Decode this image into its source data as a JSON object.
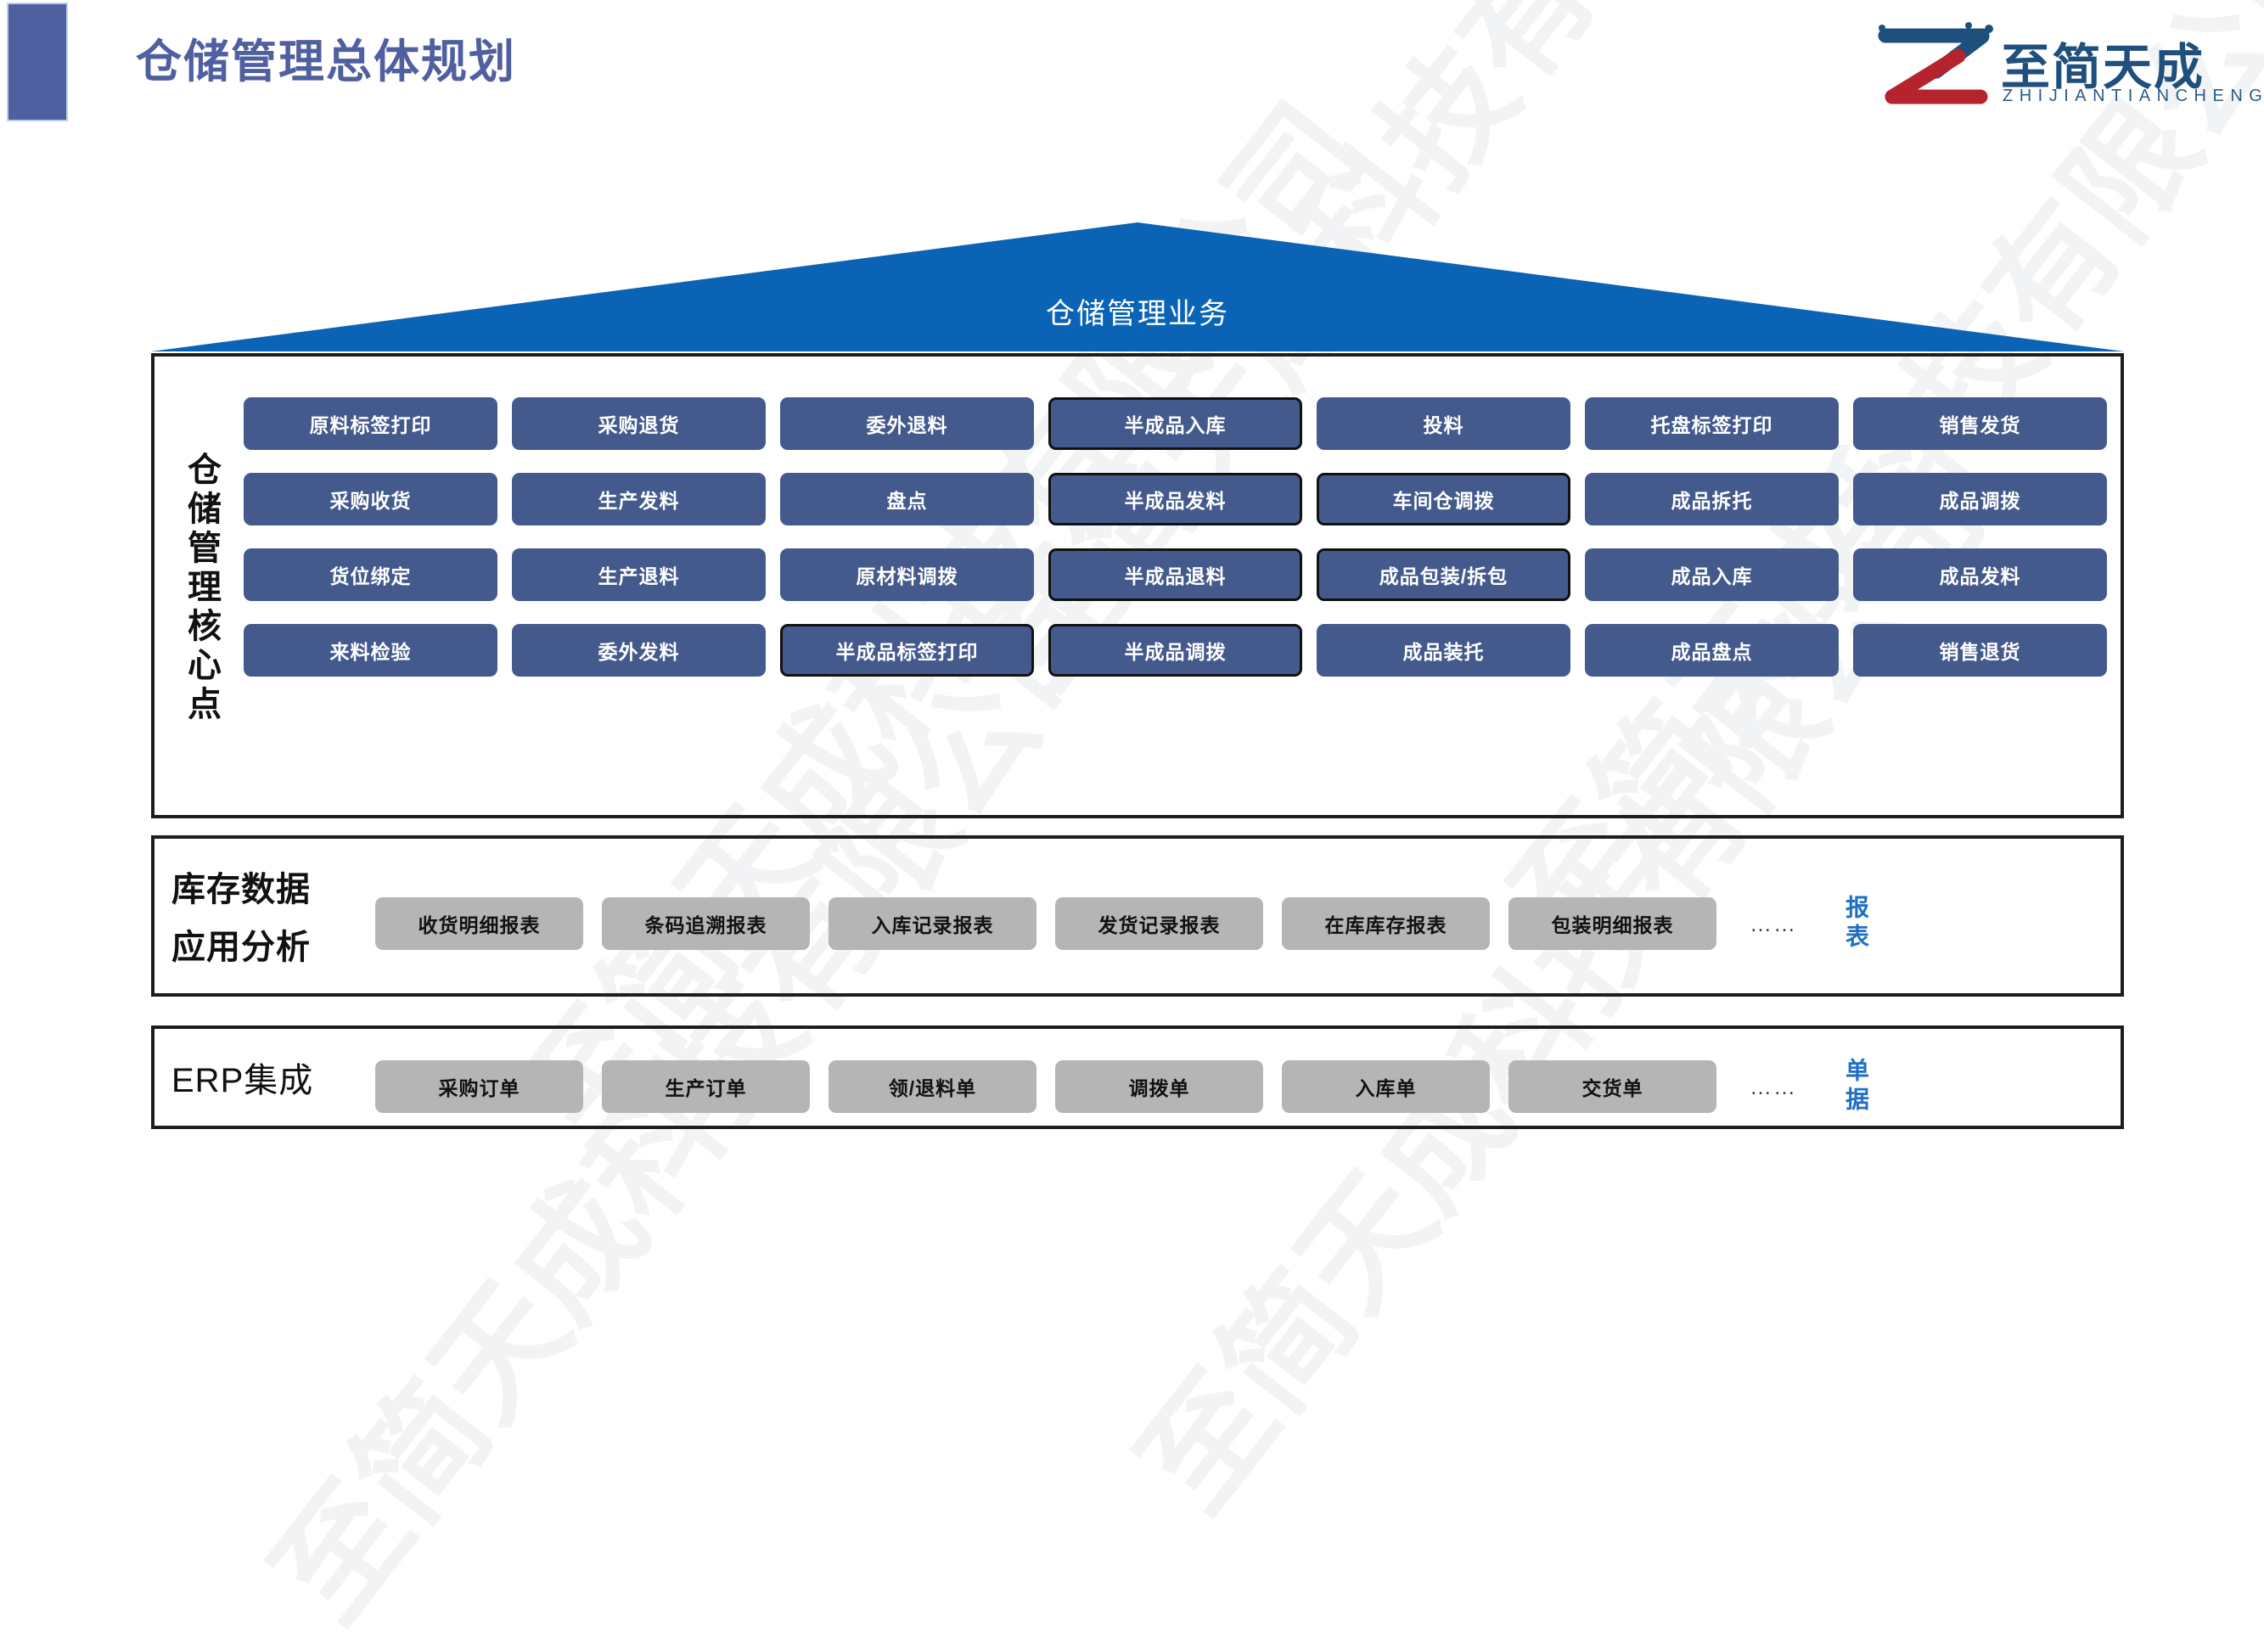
{
  "header": {
    "title": "仓储管理总体规划",
    "accent_color": "#4f5fa0"
  },
  "logo": {
    "name_cn": "至简天成",
    "name_en": "ZHIJIANTIANCHENG",
    "mark_color_top": "#1e4f7d",
    "mark_color_bottom": "#b5232c"
  },
  "watermark": {
    "text": "至简天成科技有限公司"
  },
  "roof": {
    "label": "仓储管理业务",
    "color": "#0a63b5"
  },
  "core": {
    "side_label": "仓储管理核心点",
    "box_color": "#455a8c",
    "outline_color": "#111111",
    "rows": [
      [
        {
          "label": "原料标签打印",
          "outlined": false
        },
        {
          "label": "采购退货",
          "outlined": false
        },
        {
          "label": "委外退料",
          "outlined": false
        },
        {
          "label": "半成品入库",
          "outlined": true
        },
        {
          "label": "投料",
          "outlined": false
        },
        {
          "label": "托盘标签打印",
          "outlined": false
        },
        {
          "label": "销售发货",
          "outlined": false
        }
      ],
      [
        {
          "label": "采购收货",
          "outlined": false
        },
        {
          "label": "生产发料",
          "outlined": false
        },
        {
          "label": "盘点",
          "outlined": false
        },
        {
          "label": "半成品发料",
          "outlined": true
        },
        {
          "label": "车间仓调拨",
          "outlined": true
        },
        {
          "label": "成品拆托",
          "outlined": false
        },
        {
          "label": "成品调拨",
          "outlined": false
        }
      ],
      [
        {
          "label": "货位绑定",
          "outlined": false
        },
        {
          "label": "生产退料",
          "outlined": false
        },
        {
          "label": "原材料调拨",
          "outlined": false
        },
        {
          "label": "半成品退料",
          "outlined": true
        },
        {
          "label": "成品包装/拆包",
          "outlined": true
        },
        {
          "label": "成品入库",
          "outlined": false
        },
        {
          "label": "成品发料",
          "outlined": false
        }
      ],
      [
        {
          "label": "来料检验",
          "outlined": false
        },
        {
          "label": "委外发料",
          "outlined": false
        },
        {
          "label": "半成品标签打印",
          "outlined": true
        },
        {
          "label": "半成品调拨",
          "outlined": true
        },
        {
          "label": "成品装托",
          "outlined": false
        },
        {
          "label": "成品盘点",
          "outlined": false
        },
        {
          "label": "销售退货",
          "outlined": false
        }
      ]
    ]
  },
  "reports": {
    "side_label_line1": "库存数据",
    "side_label_line2": "应用分析",
    "box_color": "#b5b5b5",
    "items": [
      "收货明细报表",
      "条码追溯报表",
      "入库记录报表",
      "发货记录报表",
      "在库库存报表",
      "包装明细报表"
    ],
    "ellipsis": "……",
    "tail_label": "报表",
    "tail_color": "#1f6fc4"
  },
  "erp": {
    "side_label": "ERP集成",
    "box_color": "#b5b5b5",
    "items": [
      "采购订单",
      "生产订单",
      "领/退料单",
      "调拨单",
      "入库单",
      "交货单"
    ],
    "ellipsis": "……",
    "tail_label": "单据",
    "tail_color": "#1f6fc4"
  }
}
